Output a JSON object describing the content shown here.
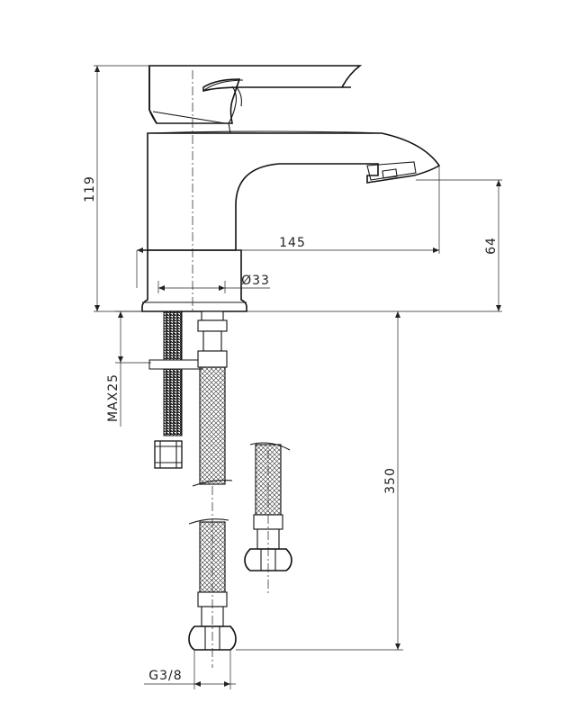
{
  "dimensions": {
    "height_total": "119",
    "spout_height": "64",
    "reach": "145",
    "base_diameter": "Ø33",
    "max_thickness": "MAX25",
    "hose_length": "350",
    "thread": "G3/8"
  }
}
